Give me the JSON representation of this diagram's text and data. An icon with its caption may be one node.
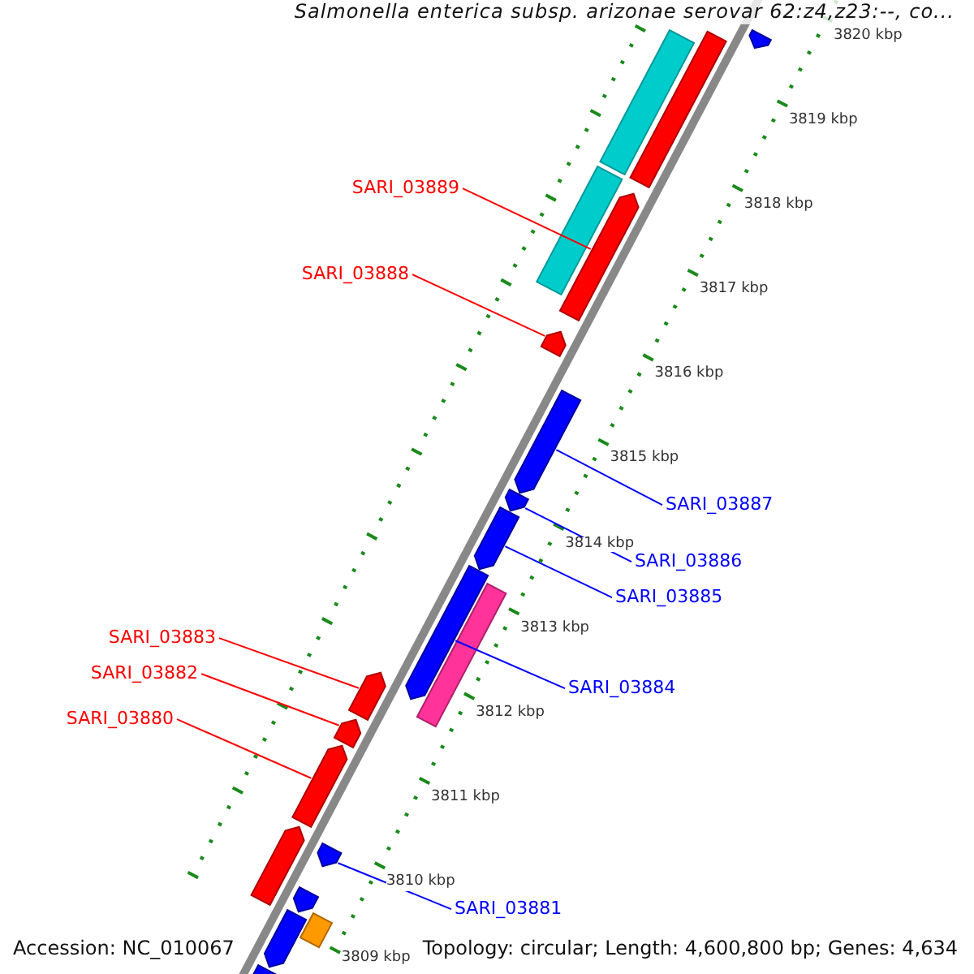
{
  "diagram": {
    "title": "Salmonella enterica subsp. arizonae serovar 62:z4,z23:--, co...",
    "nodes": [
      {
        "text": [
          "SARI_03889"
        ]
      },
      {
        "text": [
          "SARI_03888"
        ]
      },
      {
        "text": [
          "SARI_03887"
        ]
      },
      {
        "text": [
          "SARI_03886"
        ]
      },
      {
        "text": [
          "SARI_03885"
        ]
      },
      {
        "text": [
          "SARI_03884"
        ]
      },
      {
        "text": [
          "SARI_03883"
        ]
      },
      {
        "text": [
          "SARI_03882"
        ]
      },
      {
        "text": [
          "SARI_03880"
        ]
      },
      {
        "text": [
          "SARI_03881"
        ]
      },
      {
        "text": [],
        "shape": "bar"
      },
      {
        "text": [],
        "shape": "bar"
      },
      {
        "text": [],
        "shape": "bar"
      },
      {
        "text": [],
        "shape": "bar"
      },
      {
        "text": [],
        "shape": "bar"
      },
      {
        "text": [],
        "shape": "bar"
      },
      {
        "text": [],
        "shape": "bar"
      },
      {
        "text": [],
        "shape": "bar"
      },
      {
        "text": [],
        "shape": "bar"
      },
      {
        "text": [],
        "shape": "bar"
      },
      {
        "text": [],
        "shape": "bar"
      },
      {
        "text": [],
        "shape": "bar"
      },
      {
        "text": [],
        "shape": "bar"
      },
      {
        "text": [],
        "shape": "bar"
      },
      {
        "text": [],
        "shape": "bar"
      },
      {
        "text": [],
        "shape": "bar"
      },
      {
        "text": [],
        "shape": "bar"
      },
      {
        "text": [],
        "shape": "bar"
      },
      {
        "text": [],
        "shape": "bar"
      },
      {
        "text": [],
        "shape": "bar"
      }
    ],
    "edges": [
      {
        "from": 0,
        "to": 10,
        "arrow": "none",
        "color": "#ff0000"
      },
      {
        "from": 1,
        "to": 11,
        "arrow": "none",
        "color": "#ff0000"
      },
      {
        "from": 2,
        "to": 12,
        "arrow": "none",
        "color": "#0000ff"
      },
      {
        "from": 3,
        "to": 13,
        "arrow": "none",
        "color": "#0000ff"
      },
      {
        "from": 4,
        "to": 14,
        "arrow": "none",
        "color": "#0000ff"
      },
      {
        "from": 5,
        "to": 15,
        "arrow": "none",
        "color": "#0000ff"
      },
      {
        "from": 6,
        "to": 16,
        "arrow": "none",
        "color": "#ff0000"
      },
      {
        "from": 7,
        "to": 17,
        "arrow": "none",
        "color": "#ff0000"
      },
      {
        "from": 8,
        "to": 18,
        "arrow": "none",
        "color": "#ff0000"
      },
      {
        "from": 9,
        "to": 19,
        "arrow": "none",
        "color": "#0000ff"
      }
    ],
    "labels": [
      "3820 kbp",
      "3819 kbp",
      "3818 kbp",
      "3817 kbp",
      "3816 kbp",
      "3815 kbp",
      "3814 kbp",
      "3813 kbp",
      "3812 kbp",
      "3811 kbp",
      "3810 kbp",
      "3809 kbp",
      "Accession: NC_010067",
      "Topology: circular; Length: 4,600,800 bp; Genes: 4,634"
    ]
  }
}
